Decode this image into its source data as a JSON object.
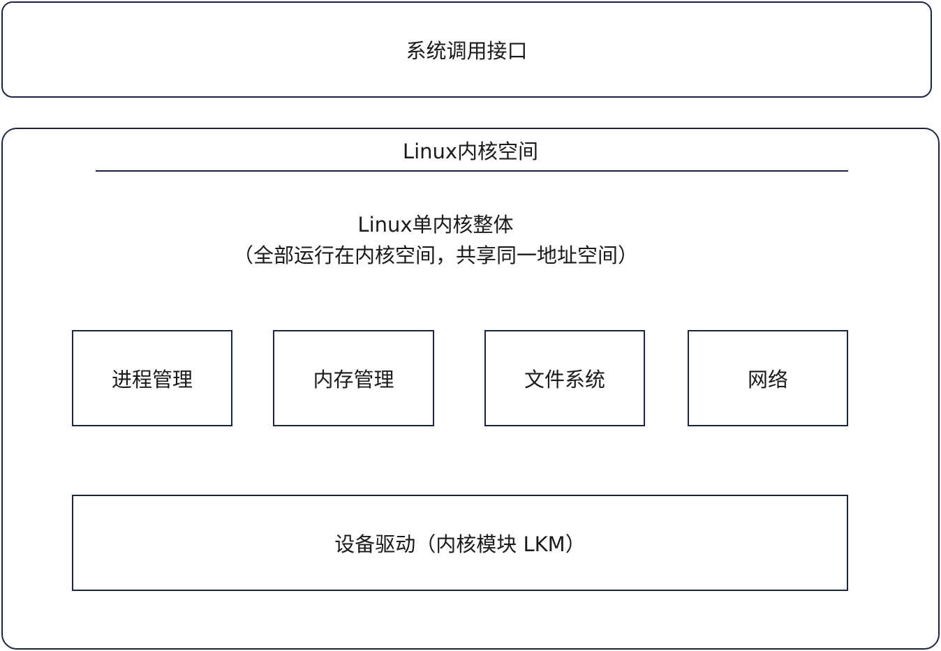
{
  "syscall": {
    "label": "系统调用接口"
  },
  "kernel_space": {
    "title": "Linux内核空间",
    "monolith_line1": "Linux单内核整体",
    "monolith_line2": "（全部运行在内核空间，共享同一地址空间）"
  },
  "subsystems": {
    "process": "进程管理",
    "memory": "内存管理",
    "filesystem": "文件系统",
    "network": "网络"
  },
  "drivers": {
    "label": "设备驱动（内核模块 LKM）"
  },
  "colors": {
    "border": "#1c2440",
    "text": "#1a1a1a",
    "background": "#ffffff"
  }
}
